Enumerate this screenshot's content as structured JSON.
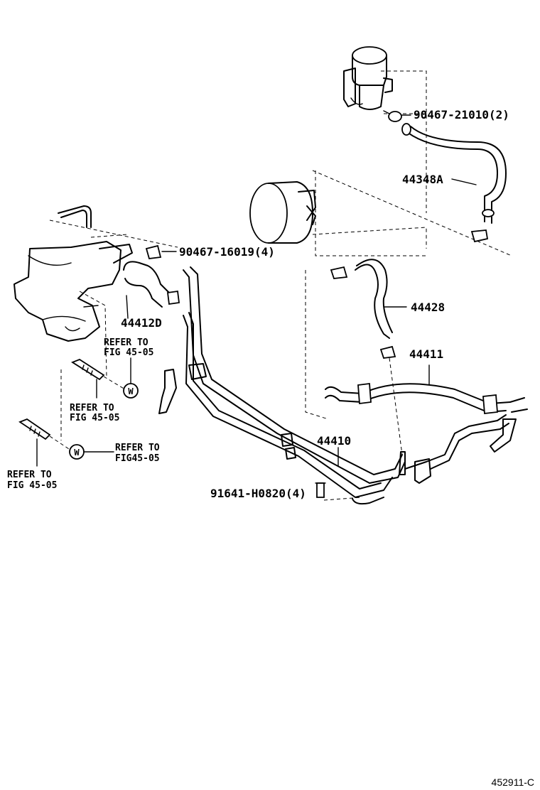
{
  "labels": {
    "p1": "90467-21010(2)",
    "p2": "44348A",
    "p3": "90467-16019(4)",
    "p4": "44412D",
    "p5": "44428",
    "p6": "44411",
    "p7": "44410",
    "p8": "91641-H0820(4)"
  },
  "refs": {
    "r1a": "REFER TO",
    "r1b": "FIG 45-05",
    "r2a": "REFER TO",
    "r2b": "FIG 45-05",
    "r3a": "REFER TO",
    "r3b": "FIG45-05",
    "r4a": "REFER TO",
    "r4b": "FIG 45-05"
  },
  "washer_mark": "W",
  "diagram_code": "452911-C"
}
